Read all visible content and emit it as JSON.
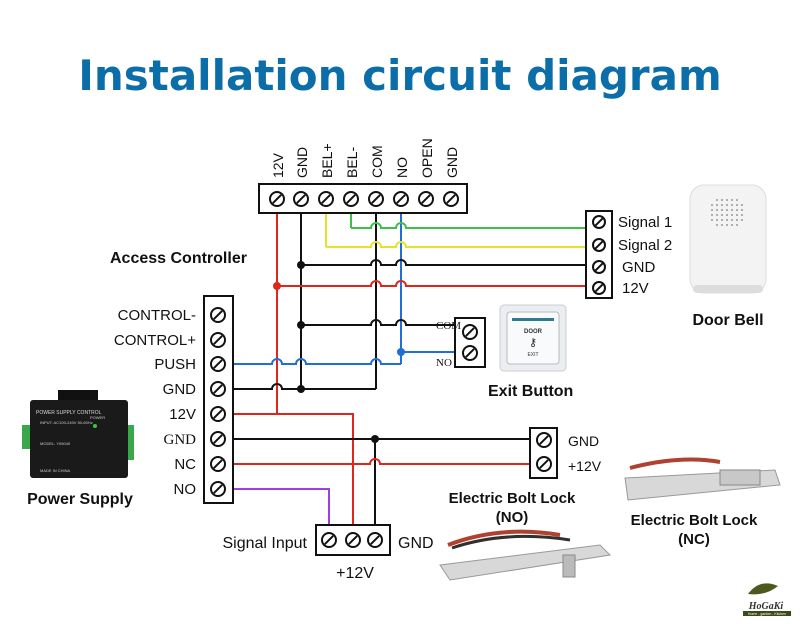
{
  "title": "Installation circuit diagram",
  "colors": {
    "title": "#0b6ea8",
    "red": "#e0251b",
    "black": "#111111",
    "blue": "#1f6fd6",
    "green": "#3fbf4a",
    "yellow": "#e6e22a",
    "purple": "#a23de0"
  },
  "access_controller": {
    "label": "Access Controller",
    "top_terminals": [
      "12V",
      "GND",
      "BEL+",
      "BEL-",
      "COM",
      "NO",
      "OPEN",
      "GND"
    ]
  },
  "power_supply": {
    "label": "Power Supply",
    "terminals": [
      "CONTROL-",
      "CONTROL+",
      "PUSH",
      "GND",
      "12V",
      "GND",
      "NC",
      "NO"
    ],
    "device_text": {
      "header": "POWER SUPPLY CONTROL",
      "input": "INPUT: AC100-240V 50-60Hz",
      "model": "MODEL: Y05040",
      "made": "MADE IN CHINA",
      "power": "POWER"
    }
  },
  "door_bell": {
    "label": "Door Bell",
    "terminals": [
      "Signal 1",
      "Signal 2",
      "GND",
      "12V"
    ]
  },
  "exit_button": {
    "label": "Exit Button",
    "terminals": [
      "COM",
      "NO"
    ],
    "face_top": "DOOR",
    "face_bottom": "EXIT"
  },
  "signal_block": {
    "left_label": "Signal Input",
    "right_label": "GND",
    "bottom_label": "+12V"
  },
  "lock_no": {
    "label_line1": "Electric Bolt Lock",
    "label_line2": "(NO)",
    "terminals": [
      "GND",
      "+12V"
    ]
  },
  "lock_nc": {
    "label_line1": "Electric Bolt Lock",
    "label_line2": "(NC)"
  },
  "logo": {
    "name": "HoGaKi",
    "tagline": "Home - garden - Kitchen"
  }
}
